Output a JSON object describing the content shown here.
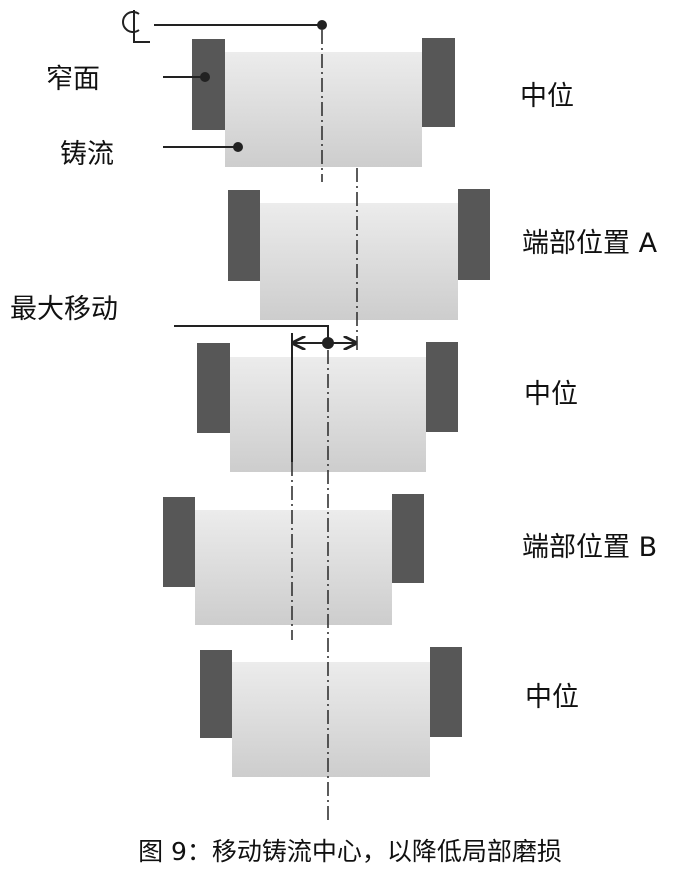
{
  "labels": {
    "centerline": "CL",
    "narrow_face": "窄面",
    "strand": "铸流",
    "max_movement": "最大移动"
  },
  "positions": [
    {
      "label": "中位"
    },
    {
      "label": "端部位置 A"
    },
    {
      "label": "中位"
    },
    {
      "label": "端部位置 B"
    },
    {
      "label": "中位"
    }
  ],
  "caption": "图 9：移动铸流中心，以降低局部磨损",
  "colors": {
    "narrow_face": "#575757",
    "strand_top": "#ececec",
    "strand_bottom": "#cdcdcd"
  }
}
